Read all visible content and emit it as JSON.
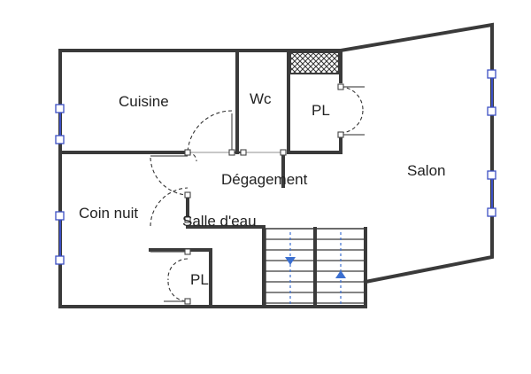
{
  "plan": {
    "rooms": [
      {
        "key": "cuisine",
        "label": "Cuisine"
      },
      {
        "key": "wc",
        "label": "Wc"
      },
      {
        "key": "pl_top",
        "label": "PL"
      },
      {
        "key": "salon",
        "label": "Salon"
      },
      {
        "key": "degagement",
        "label": "Dégagement"
      },
      {
        "key": "coin_nuit",
        "label": "Coin nuit"
      },
      {
        "key": "salle_eau",
        "label": "Salle d'eau"
      },
      {
        "key": "pl_bottom",
        "label": "PL"
      }
    ],
    "colors": {
      "wall": "#3a3a3a",
      "window": "#3b4fc4",
      "stair_arrow": "#3b6fd0"
    }
  }
}
